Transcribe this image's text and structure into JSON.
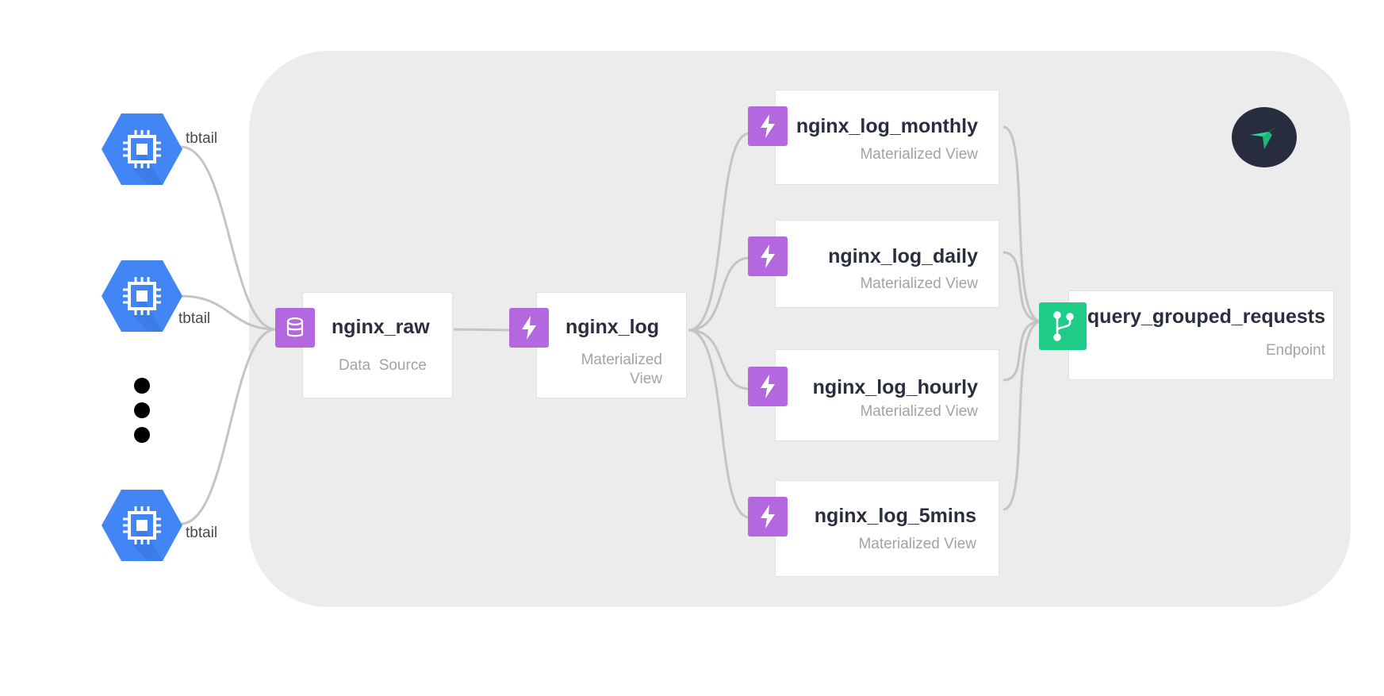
{
  "sources": [
    {
      "label": "tbtail",
      "icon": "compute-engine-icon"
    },
    {
      "label": "tbtail",
      "icon": "compute-engine-icon"
    },
    {
      "label": "tbtail",
      "icon": "compute-engine-icon"
    }
  ],
  "ellipsis": "more-sources",
  "nodes": {
    "raw": {
      "title": "nginx_raw",
      "type": "Data  Source",
      "icon": "database-icon"
    },
    "log": {
      "title": "nginx_log",
      "type_line1": "Materialized",
      "type_line2": "View",
      "icon": "lightning-icon"
    },
    "monthly": {
      "title": "nginx_log_monthly",
      "type": "Materialized View",
      "icon": "lightning-icon"
    },
    "daily": {
      "title": "nginx_log_daily",
      "type": "Materialized View",
      "icon": "lightning-icon"
    },
    "hourly": {
      "title": "nginx_log_hourly",
      "type": "Materialized View",
      "icon": "lightning-icon"
    },
    "fivemins": {
      "title": "nginx_log_5mins",
      "type": "Materialized View",
      "icon": "lightning-icon"
    },
    "endpoint": {
      "title": "query_grouped_requests",
      "type": "Endpoint",
      "icon": "branch-icon"
    }
  },
  "colors": {
    "panel": "#ececec",
    "node_badge": "#b368df",
    "endpoint_badge": "#1ecb87",
    "hexagon": "#4285f4",
    "wire": "#c4c4c8",
    "logo_bg": "#272c3f",
    "logo_bird": "#25d98f"
  },
  "logo": "tinybird-logo"
}
